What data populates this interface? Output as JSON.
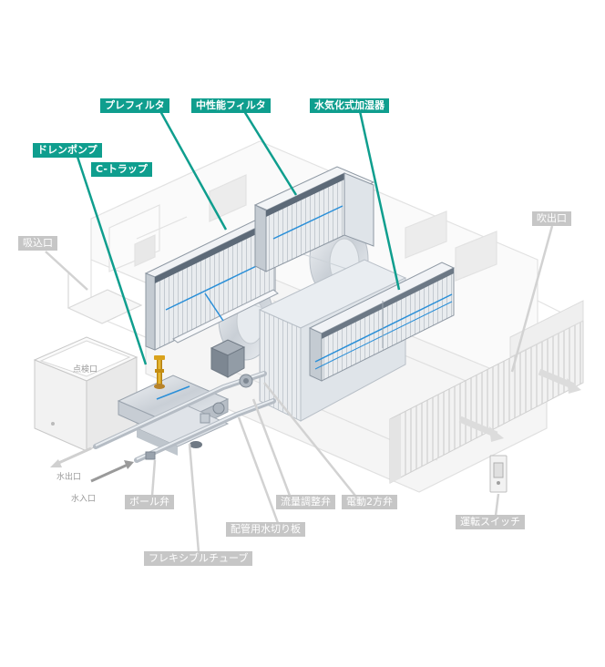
{
  "labels": {
    "pre_filter": "プレフィルタ",
    "medium_filter": "中性能フィルタ",
    "humidifier": "水気化式加湿器",
    "drain_pump": "ドレンポンプ",
    "c_trap": "C-トラップ",
    "intake": "吸込口",
    "outlet": "吹出口",
    "ball_valve": "ボール弁",
    "flow_valve": "流量調整弁",
    "motor_valve": "電動2方弁",
    "splash_plate": "配管用水切り板",
    "flex_tube": "フレキシブルチューブ",
    "run_switch": "運転スイッチ"
  },
  "tags": {
    "inspection": "点検口",
    "water_out": "水出口",
    "water_in": "水入口"
  },
  "colors": {
    "accent": "#0f9e8e",
    "callout_gray": "#c6c6c6",
    "filter_blue": "#2a8fd8",
    "valve_gold": "#d9a21c"
  }
}
